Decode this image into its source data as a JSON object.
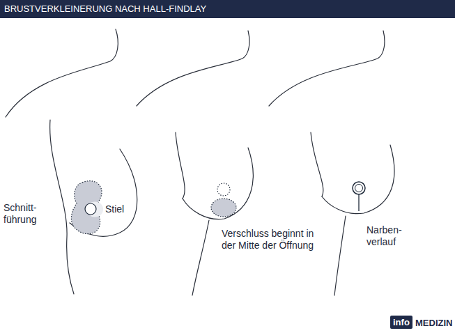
{
  "diagram": {
    "title": "BRUSTVERKLEINERUNG NACH HALL-FINDLAY",
    "nodes": [
      {
        "text": [
          "info"
        ]
      }
    ],
    "labels": [
      "Schnitt- führung",
      "Stiel",
      "Verschluss beginnt in der Mitte der Öffnung",
      "Narben- verlauf",
      "MEDIZIN"
    ]
  }
}
